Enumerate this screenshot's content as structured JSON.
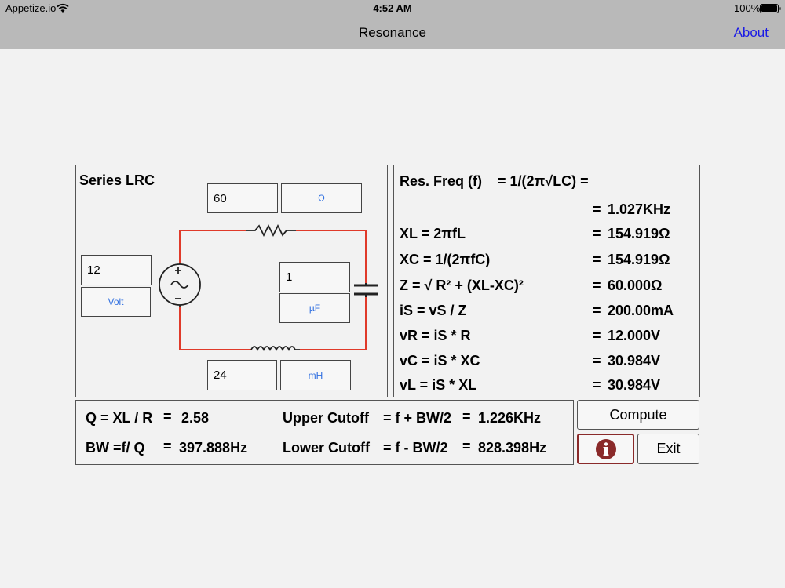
{
  "status": {
    "carrier": "Appetize.io",
    "time": "4:52 AM",
    "battery": "100%"
  },
  "nav": {
    "title": "Resonance",
    "about": "About"
  },
  "circuit": {
    "title": "Series LRC",
    "resistance": {
      "value": "60",
      "unit": "Ω"
    },
    "voltage": {
      "value": "12",
      "unit": "Volt"
    },
    "capacitance": {
      "value": "1",
      "unit": "µF"
    },
    "inductance": {
      "value": "24",
      "unit": "mH"
    },
    "colors": {
      "wire": "#e03a2a",
      "component": "#222222"
    }
  },
  "formulas": {
    "res_freq_label": "Res. Freq (f)",
    "res_freq_formula": "= 1/(2π√LC) =",
    "rows": [
      {
        "left": "",
        "eq": "=",
        "value": "1.027KHz"
      },
      {
        "left": "XL = 2πfL",
        "eq": "=",
        "value": "154.919Ω"
      },
      {
        "left": "XC = 1/(2πfC)",
        "eq": "=",
        "value": "154.919Ω"
      },
      {
        "left": "Z = √ R² + (XL-XC)²",
        "eq": "=",
        "value": "60.000Ω"
      },
      {
        "left": "iS = vS / Z",
        "eq": "=",
        "value": "200.00mA"
      },
      {
        "left": "vR = iS * R",
        "eq": "=",
        "value": "12.000V"
      },
      {
        "left": "vC = iS * XC",
        "eq": "=",
        "value": "30.984V"
      },
      {
        "left": "vL = iS * XL",
        "eq": "=",
        "value": "30.984V"
      }
    ]
  },
  "results": {
    "q_label": "Q = XL / R",
    "q_eq": "=",
    "q_value": "2.58",
    "bw_label": "BW =f/ Q",
    "bw_eq": "=",
    "bw_value": "397.888Hz",
    "upper_label": "Upper Cutoff",
    "upper_formula": "= f + BW/2",
    "upper_eq": "=",
    "upper_value": "1.226KHz",
    "lower_label": "Lower Cutoff",
    "lower_formula": "= f - BW/2",
    "lower_eq": "=",
    "lower_value": "828.398Hz"
  },
  "buttons": {
    "compute": "Compute",
    "exit": "Exit",
    "info_icon": "info-icon",
    "info_color": "#8a2a2a"
  }
}
